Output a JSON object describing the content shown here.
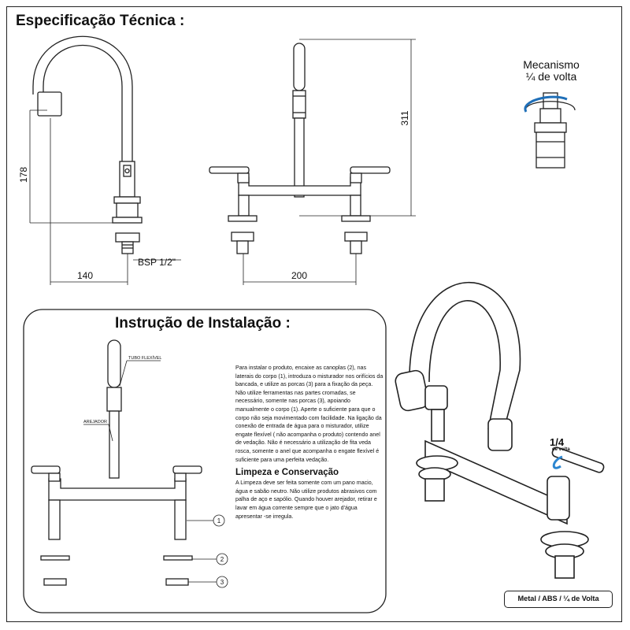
{
  "spec": {
    "title": "Especificação Técnica :",
    "dim_height_side": "178",
    "dim_width_side": "140",
    "dim_thread": "BSP 1/2\"",
    "dim_height_front": "311",
    "dim_width_front": "200"
  },
  "mechanism": {
    "line1": "Mecanismo",
    "line2": "¼ de volta"
  },
  "install": {
    "title": "Instrução de Instalação :",
    "label_tube": "TUBO FLEXÍVEL",
    "label_aerator": "AREJADOR",
    "callouts": [
      "1",
      "2",
      "3"
    ],
    "paragraph": "Para instalar o produto, encaixe as canoplas (2), nas laterais do corpo (1), introduza o misturador nos orifícios da bancada, e utilize as porcas (3) para a fixação da peça. Não utilize ferramentas nas partes cromadas, se necessário, somente nas porcas (3), apoiando manualmente o corpo (1). Aperte o suficiente para que o corpo não seja movimentado com facilidade. Na ligação da conexão de entrada de água para o misturador, utilize engate flexível ( não acompanha o produto) contendo anel de vedação. Não é necessário a utilização de fita veda rosca, somente o anel que acompanha o engate flexível é suficiente para uma perfeita vedação.",
    "cleaning_title": "Limpeza e Conservação",
    "cleaning_text": "A Limpeza deve ser feita somente com um pano macio, água e sabão neutro. Não utilize produtos abrasivos com palha de aço e sapólio. Quando houver arejador, retirar e lavar em água corrente sempre que o jato d'água apresentar -se irregula."
  },
  "product": {
    "quarter_label": "1/4",
    "quarter_sub": "de volta",
    "badge": "Metal / ABS / ¼ de Volta"
  }
}
